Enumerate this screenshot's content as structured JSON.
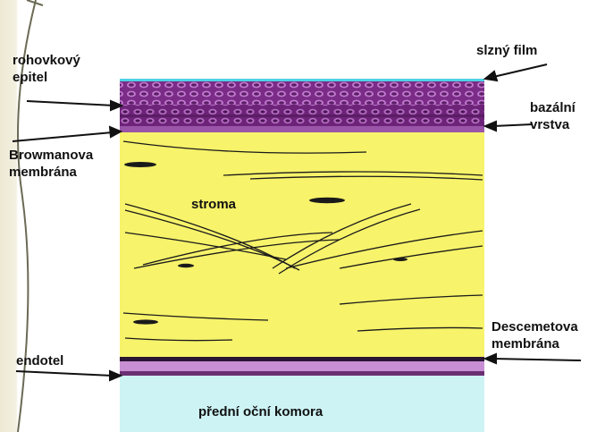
{
  "labels": {
    "corneal_epithelium": "rohovkový\nepitel",
    "tear_film": "slzný film",
    "basal_layer": "bazální\nvrstva",
    "bowman_membrane": "Browmanova\nmembrána",
    "stroma": "stroma",
    "descemet_membrane": "Descemetova\nmembrána",
    "endothelium": "endotel",
    "anterior_chamber": "přední oční komora"
  },
  "colors": {
    "tear_film": "#4dd3e6",
    "epithelium": "#7a2c86",
    "epithelium_cells": "#c27ad0",
    "bowman": "#9a55a8",
    "stroma": "#f7f36a",
    "fibers": "#1a1a1a",
    "descemet": "#2b1535",
    "endothelium": "#c98fd4",
    "anterior_chamber": "#cdf3f5"
  }
}
